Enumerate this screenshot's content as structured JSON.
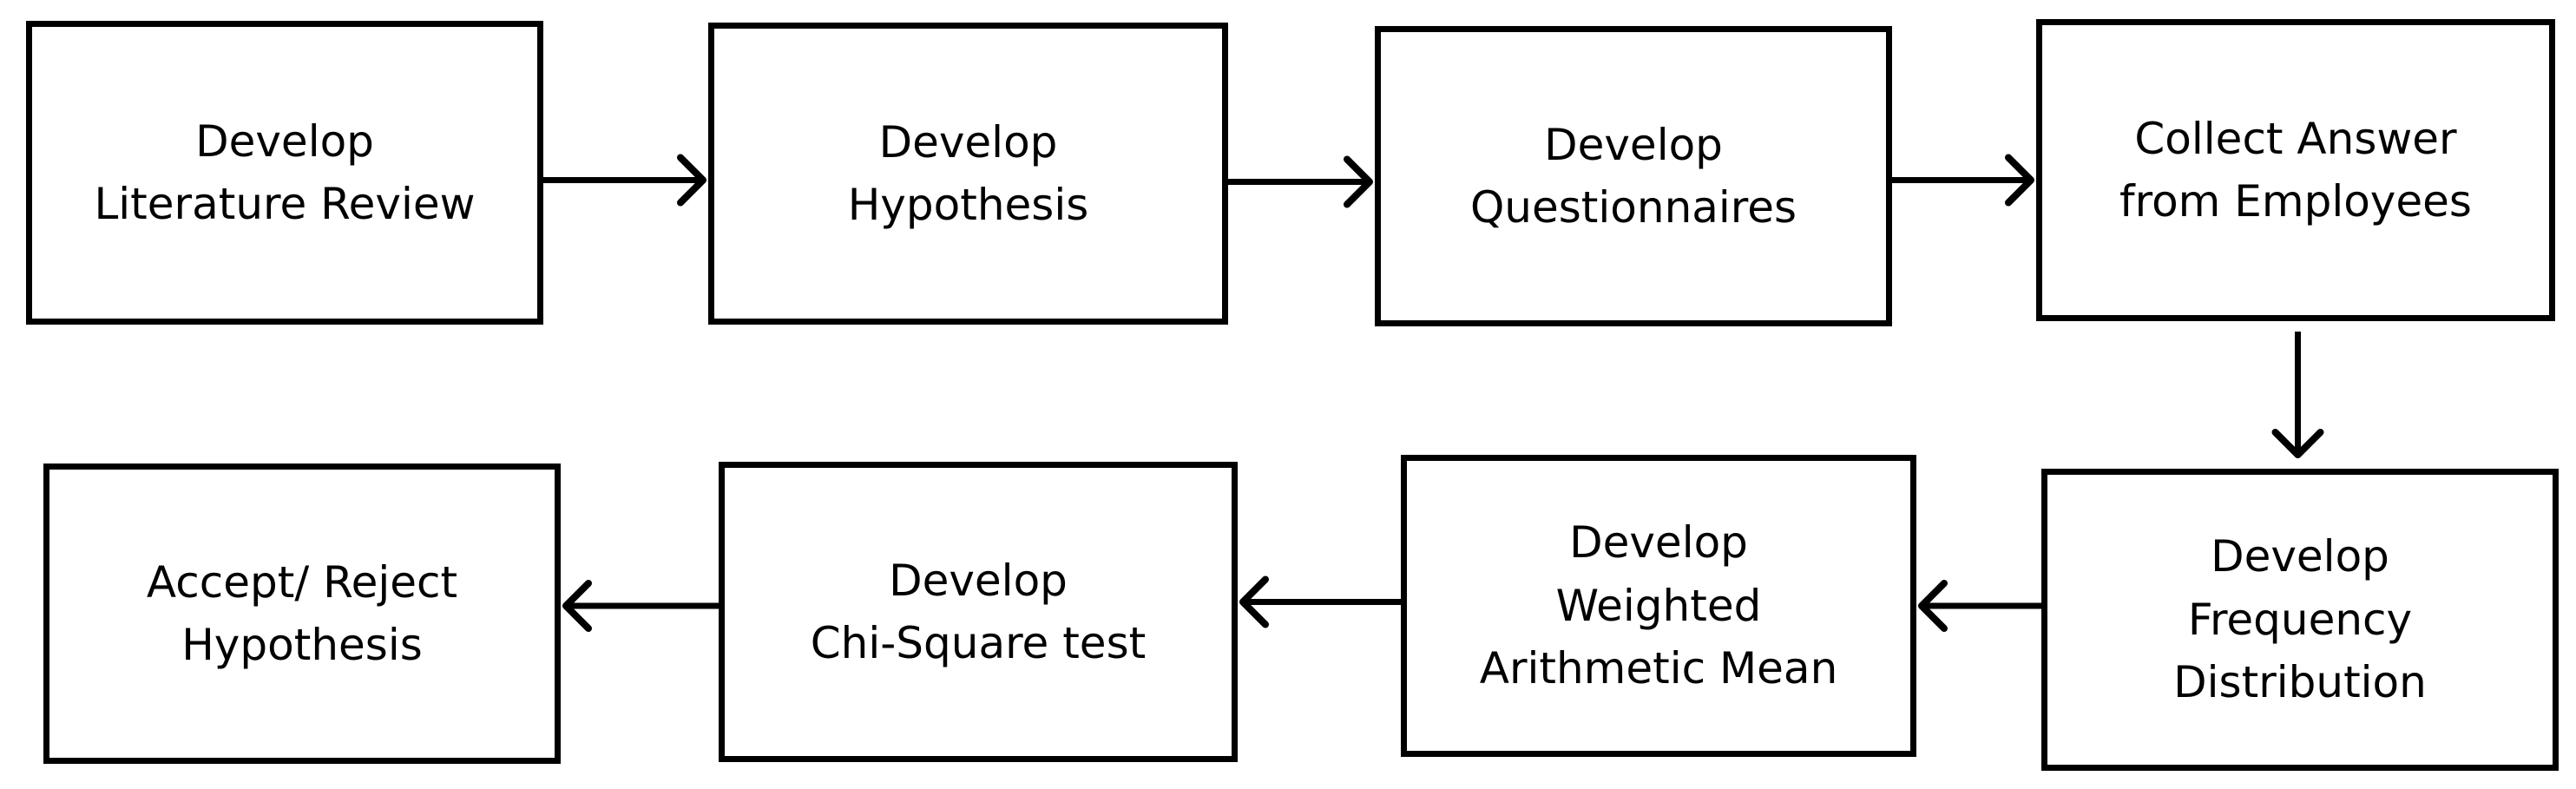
{
  "diagram": {
    "steps": [
      {
        "lines": [
          "Develop",
          "Literature  Review"
        ]
      },
      {
        "lines": [
          "Develop",
          "Hypothesis"
        ]
      },
      {
        "lines": [
          "Develop",
          "Questionnaires"
        ]
      },
      {
        "lines": [
          "Collect Answer",
          "from Employees"
        ]
      },
      {
        "lines": [
          "Develop",
          "Frequency",
          "Distribution"
        ]
      },
      {
        "lines": [
          "Develop",
          "Weighted",
          "Arithmetic  Mean"
        ]
      },
      {
        "lines": [
          "Develop",
          "Chi-Square test"
        ]
      },
      {
        "lines": [
          "Accept/  Reject",
          "Hypothesis"
        ]
      }
    ],
    "connections": [
      {
        "from": 0,
        "to": 1
      },
      {
        "from": 1,
        "to": 2
      },
      {
        "from": 2,
        "to": 3
      },
      {
        "from": 3,
        "to": 4
      },
      {
        "from": 4,
        "to": 5
      },
      {
        "from": 5,
        "to": 6
      },
      {
        "from": 6,
        "to": 7
      }
    ],
    "colors": {
      "stroke": "#000000",
      "fill": "#ffffff",
      "text": "#000000"
    }
  }
}
